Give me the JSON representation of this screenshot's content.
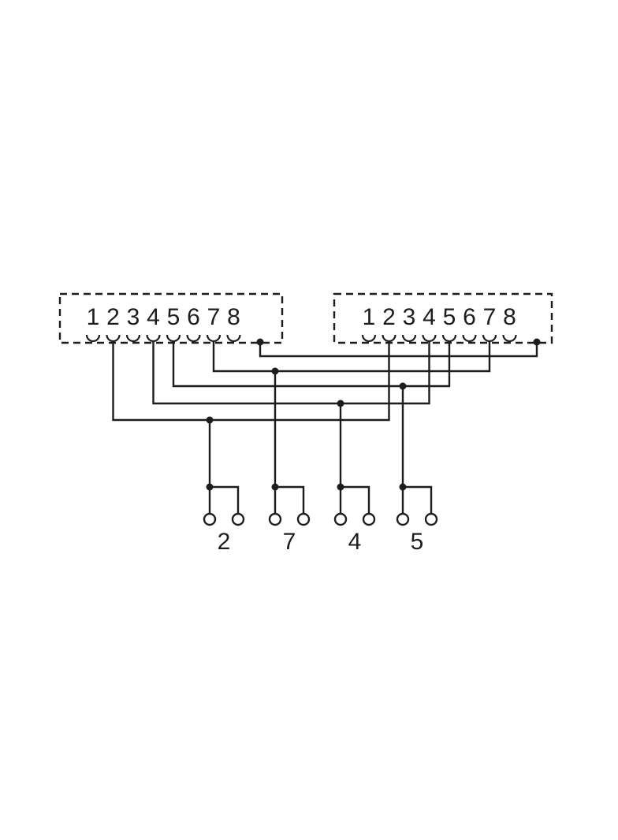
{
  "diagram": {
    "kind": "pinout-wiring-diagram",
    "background_color": "#ffffff",
    "line_color": "#1d1d1b",
    "connectors": [
      {
        "id": "left-connector",
        "pins": [
          "1",
          "2",
          "3",
          "4",
          "5",
          "6",
          "7",
          "8"
        ]
      },
      {
        "id": "right-connector",
        "pins": [
          "1",
          "2",
          "3",
          "4",
          "5",
          "6",
          "7",
          "8"
        ]
      }
    ],
    "terminals": [
      {
        "label": "2"
      },
      {
        "label": "7"
      },
      {
        "label": "4"
      },
      {
        "label": "5"
      }
    ],
    "connections": [
      "left-connector pin 2 + right-connector pin 2 -> terminal pair 2",
      "left-connector pin 7 + right-connector pin 7 -> terminal pair 7",
      "left-connector pin 4 + right-connector pin 4 -> terminal pair 4",
      "left-connector pin 5 + right-connector pin 5 -> terminal pair 5",
      "left-connector shield point <-> right-connector shield point"
    ]
  }
}
